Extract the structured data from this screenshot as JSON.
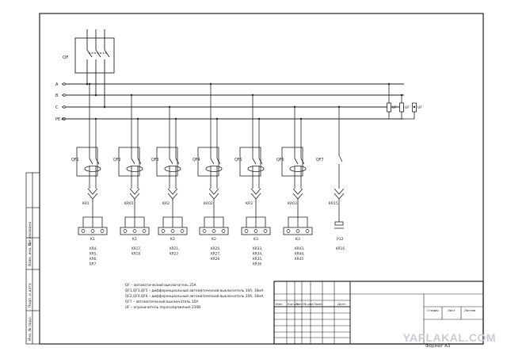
{
  "main_breaker": {
    "label": "QF"
  },
  "buses": [
    {
      "label": "A"
    },
    {
      "label": "B"
    },
    {
      "label": "C"
    },
    {
      "label": "PE-N"
    }
  ],
  "uf_labels": [
    "UF",
    "UF",
    "UF"
  ],
  "feeders": [
    {
      "breaker": "QF1",
      "socket": "KR1",
      "terminal": "K1",
      "loads": [
        "KR4,",
        "KR5,",
        "KR6,",
        "KR7"
      ]
    },
    {
      "breaker": "QF2",
      "socket": "KR01",
      "terminal": "K1",
      "loads": [
        "KR17,",
        "KR18"
      ]
    },
    {
      "breaker": "QF3",
      "socket": "KR2",
      "terminal": "K2",
      "loads": [
        "KR21,",
        "KR22"
      ]
    },
    {
      "breaker": "QF4",
      "socket": "KR02",
      "terminal": "K2",
      "loads": [
        "KR26,",
        "KR27,",
        "KR28"
      ]
    },
    {
      "breaker": "QF5",
      "socket": "KR3",
      "terminal": "K3",
      "loads": [
        "KR33,",
        "KR34,",
        "KR35,",
        "KR36"
      ]
    },
    {
      "breaker": "QF6",
      "socket": "KR03",
      "terminal": "K3",
      "loads": [
        "KR43,",
        "KR44,",
        "KR45"
      ]
    },
    {
      "breaker": "QF7",
      "socket": "KR15",
      "terminal": "P12",
      "loads": [
        "KR16"
      ]
    }
  ],
  "legend": [
    "QF – автоматический выключатель 25А",
    "QF1,QF3,QF5 – дифференциальный автоматический выключатель 10А, 30мА",
    "QF2,QF4,QF6 – дифференциальный автоматический выключатель 20А, 30мА",
    "QF7 – автоматический выключатель 10А",
    "UF – ограничитель перенапряжения 230В"
  ],
  "title_block": {
    "columns": [
      "Изм.",
      "Кол.уч",
      "Лист",
      "№ док",
      "Подп.",
      "Дата"
    ],
    "stage_labels": [
      "Стадия",
      "Лист",
      "Листов"
    ]
  },
  "side_stamp": [
    "Инв. № подл.",
    "Подп. и дата",
    "Взам. инв. №",
    "Согласовано"
  ],
  "footer": {
    "format": "Формат A3"
  },
  "watermark": "YAPLAKAL.COM"
}
